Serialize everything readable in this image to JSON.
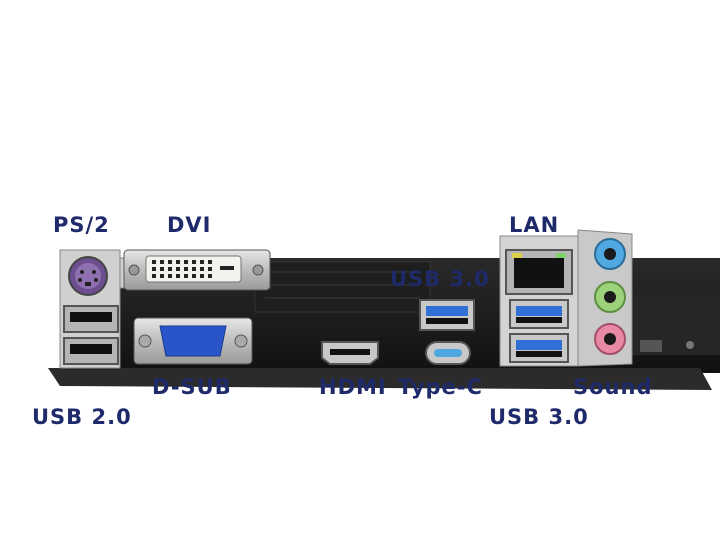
{
  "labels": {
    "ps2": "PS/2",
    "dvi": "DVI",
    "lan": "LAN",
    "usb3_top": "USB 3.0",
    "dsub": "D-SUB",
    "hdmi": "HDMI",
    "typec": "Type-C",
    "sound": "Sound",
    "usb2": "USB 2.0",
    "usb3_bottom": "USB 3.0"
  },
  "colors": {
    "label_text": "#1f2a6b",
    "background": "#ffffff",
    "board": "#1b1b1b",
    "foam": "#2a2a2a",
    "ps2_port": "#8e6fb0",
    "vga_port": "#2a55c8",
    "usb3_port": "#2f6fd6",
    "audio_blue": "#4fa8e0",
    "audio_green": "#9cd27a",
    "audio_pink": "#e88aa6",
    "metal": "#c8c8c8"
  },
  "icons": [
    "ps2-port-icon",
    "dvi-port-icon",
    "vga-port-icon",
    "hdmi-port-icon",
    "usb-c-port-icon",
    "rj45-port-icon",
    "audio-jack-icon"
  ]
}
